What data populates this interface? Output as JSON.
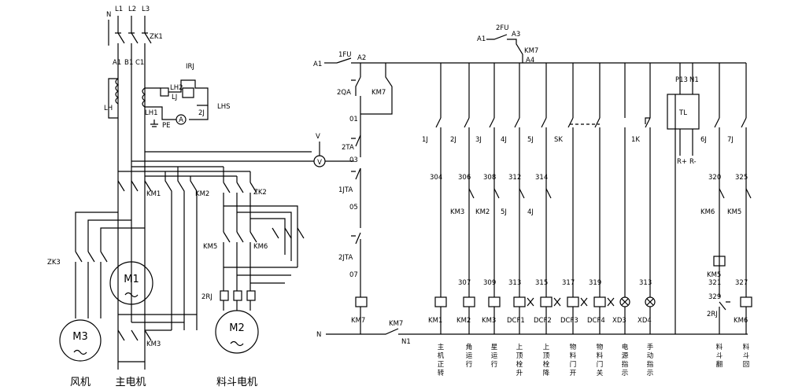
{
  "power": {
    "lines": [
      "N",
      "L1",
      "L2",
      "L3"
    ],
    "breaker": "ZK1",
    "phase_labels": [
      "A1",
      "B1",
      "C1"
    ],
    "lh": "LH",
    "lh1": "LH1",
    "lh2": "LH2",
    "lhs": "LHS",
    "lj": "LJ",
    "irj": "IRJ",
    "j2": "2J",
    "ammeter": "A",
    "voltmeter": "V",
    "ground": "PE",
    "volt_top": "V"
  },
  "power_labels": {
    "km1": "KM1",
    "km2": "KM2",
    "km3": "KM3",
    "zk2": "ZK2",
    "zk3": "ZK3",
    "km5": "KM5",
    "km6": "KM6",
    "rj2": "2RJ",
    "m1": "M1",
    "m2": "M2",
    "m3": "M3",
    "fan": "风机",
    "main_motor": "主电机",
    "hopper_motor": "料斗电机"
  },
  "control": {
    "a1_left": "A1",
    "fu1": "1FU",
    "a2": "A2",
    "a1_top": "A1",
    "fu2": "2FU",
    "a3": "A3",
    "km7_top": "KM7",
    "a4": "A4",
    "n": "N",
    "km7_bottom": "KM7",
    "n1": "N1",
    "left_branch": [
      "2QA",
      "KM7",
      "01",
      "2TA",
      "03",
      "1JTA",
      "05",
      "2JTA",
      "07",
      "KM7"
    ],
    "p13": "P13",
    "n1b": "N1",
    "tl": "TL",
    "r_plus": "R+",
    "r_minus": "R-"
  },
  "columns": [
    {
      "contact": "1J",
      "mid": "304",
      "coil": "KM1",
      "func": "主机正转"
    },
    {
      "contact": "2J",
      "mid": "306",
      "interlock": "KM3",
      "lower": "307",
      "coil": "KM2",
      "func": "角运行"
    },
    {
      "contact": "3J",
      "mid": "308",
      "interlock": "KM2",
      "lower": "309",
      "coil": "KM3",
      "func": "星运行"
    },
    {
      "contact": "4J",
      "mid": "312",
      "interlock": "5J",
      "lower": "313",
      "coil": "DCF1",
      "func": "上顶栓升"
    },
    {
      "contact": "5J",
      "mid": "314",
      "interlock": "4J",
      "lower": "315",
      "coil": "DCF2",
      "func": "上顶栓降"
    },
    {
      "contact": "SK",
      "lower": "317",
      "coil": "DCF3",
      "func": "物料门开"
    },
    {
      "contact": "",
      "lower": "319",
      "coil": "DCF4",
      "func": "物料门关"
    },
    {
      "coil": "XD3",
      "func": "电源指示"
    },
    {
      "contact": "1K",
      "lower": "313",
      "coil": "XD4",
      "func": "手动指示"
    },
    {
      "contact": "6J",
      "mid": "320",
      "interlock": "KM6",
      "lower": "321",
      "coil": "KM5",
      "extra": "329",
      "rj": "2RJ",
      "func": "料斗翻"
    },
    {
      "contact": "7J",
      "mid": "325",
      "interlock": "KM5",
      "lower": "327",
      "coil": "KM6",
      "func": "料斗回"
    }
  ]
}
